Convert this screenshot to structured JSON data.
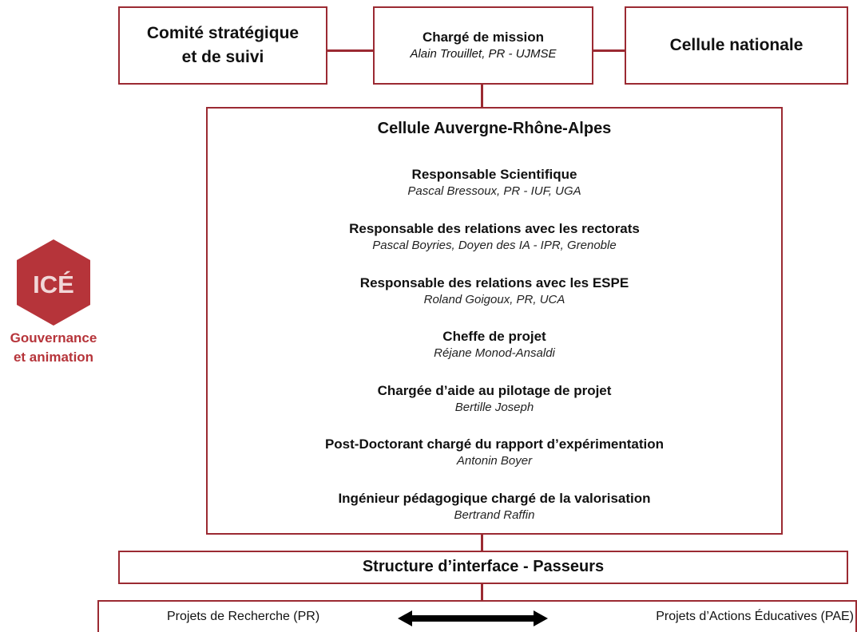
{
  "top_boxes": {
    "comite": [
      "Comité stratégique",
      "et de suivi"
    ],
    "charge": {
      "title": "Chargé de mission",
      "name": "Alain Trouillet, PR - UJMSE"
    },
    "cellule_nationale": "Cellule nationale"
  },
  "ara": {
    "heading": "Cellule Auvergne-Rhône-Alpes",
    "roles": [
      {
        "title": "Responsable Scientifique",
        "name": "Pascal Bressoux, PR - IUF, UGA"
      },
      {
        "title": "Responsable des relations avec les rectorats",
        "name": "Pascal Boyries, Doyen des IA - IPR, Grenoble"
      },
      {
        "title": "Responsable des relations avec les ESPE",
        "name": "Roland Goigoux, PR, UCA"
      },
      {
        "title": "Cheffe de projet",
        "name": "Réjane Monod-Ansaldi"
      },
      {
        "title": "Chargée d’aide au pilotage de projet",
        "name": "Bertille Joseph"
      },
      {
        "title": "Post-Doctorant chargé du rapport d’expérimentation",
        "name": "Antonin Boyer"
      },
      {
        "title": "Ingénieur pédagogique chargé de la valorisation",
        "name": "Bertrand Raffin"
      }
    ]
  },
  "interface": "Structure d’interface - Passeurs",
  "projets": {
    "left": "Projets de Recherche (PR)",
    "right": "Projets d’Actions Éducatives (PAE)"
  },
  "logo": {
    "text": "ICÉ",
    "caption": [
      "Gouvernance",
      "et animation"
    ]
  },
  "colors": {
    "accent": "#9b2a32",
    "logo": "#b6343a"
  }
}
